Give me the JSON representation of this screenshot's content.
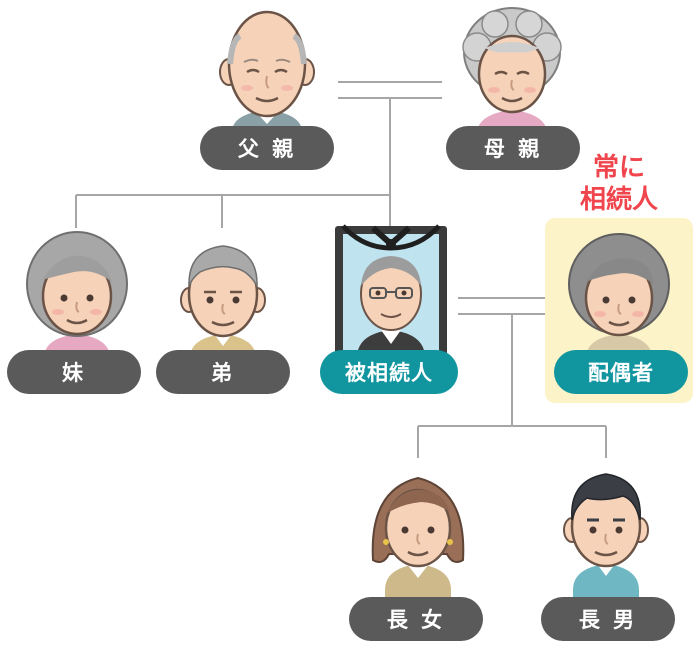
{
  "people": {
    "father": {
      "label": "父 親"
    },
    "mother": {
      "label": "母 親"
    },
    "younger_sister": {
      "label": "妹"
    },
    "younger_brother": {
      "label": "弟"
    },
    "decedent": {
      "label": "被相続人"
    },
    "spouse": {
      "label": "配偶者"
    },
    "eldest_daughter": {
      "label": "長 女"
    },
    "eldest_son": {
      "label": "長 男"
    }
  },
  "note": {
    "line1": "常に",
    "line2": "相続人"
  },
  "colors": {
    "label_gray": "#5a5a5a",
    "label_teal": "#11959f",
    "note_red": "#f0454d",
    "highlight_yellow": "#fdf3c9",
    "line_gray": "#a6a6a6"
  }
}
